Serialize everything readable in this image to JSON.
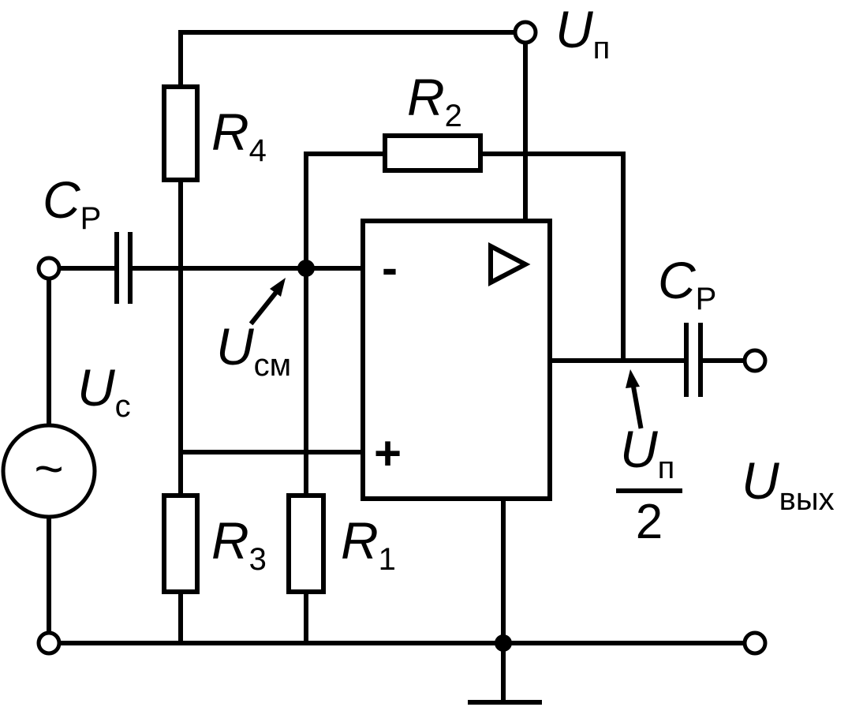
{
  "labels": {
    "supply": {
      "main": "U",
      "sub": "п"
    },
    "r2": {
      "main": "R",
      "sub": "2"
    },
    "r4": {
      "main": "R",
      "sub": "4"
    },
    "r3": {
      "main": "R",
      "sub": "3"
    },
    "r1": {
      "main": "R",
      "sub": "1"
    },
    "cp_in": {
      "main": "C",
      "sub": "Р"
    },
    "cp_out": {
      "main": "C",
      "sub": "Р"
    },
    "ucm": {
      "main": "U",
      "sub": "см"
    },
    "uc": {
      "main": "U",
      "sub": "с"
    },
    "uout": {
      "main": "U",
      "sub": "вых"
    },
    "half_supply": {
      "main": "U",
      "sub": "п",
      "denominator": "2"
    }
  },
  "opamp": {
    "minus": "-",
    "plus": "+"
  },
  "source_symbol": "~"
}
